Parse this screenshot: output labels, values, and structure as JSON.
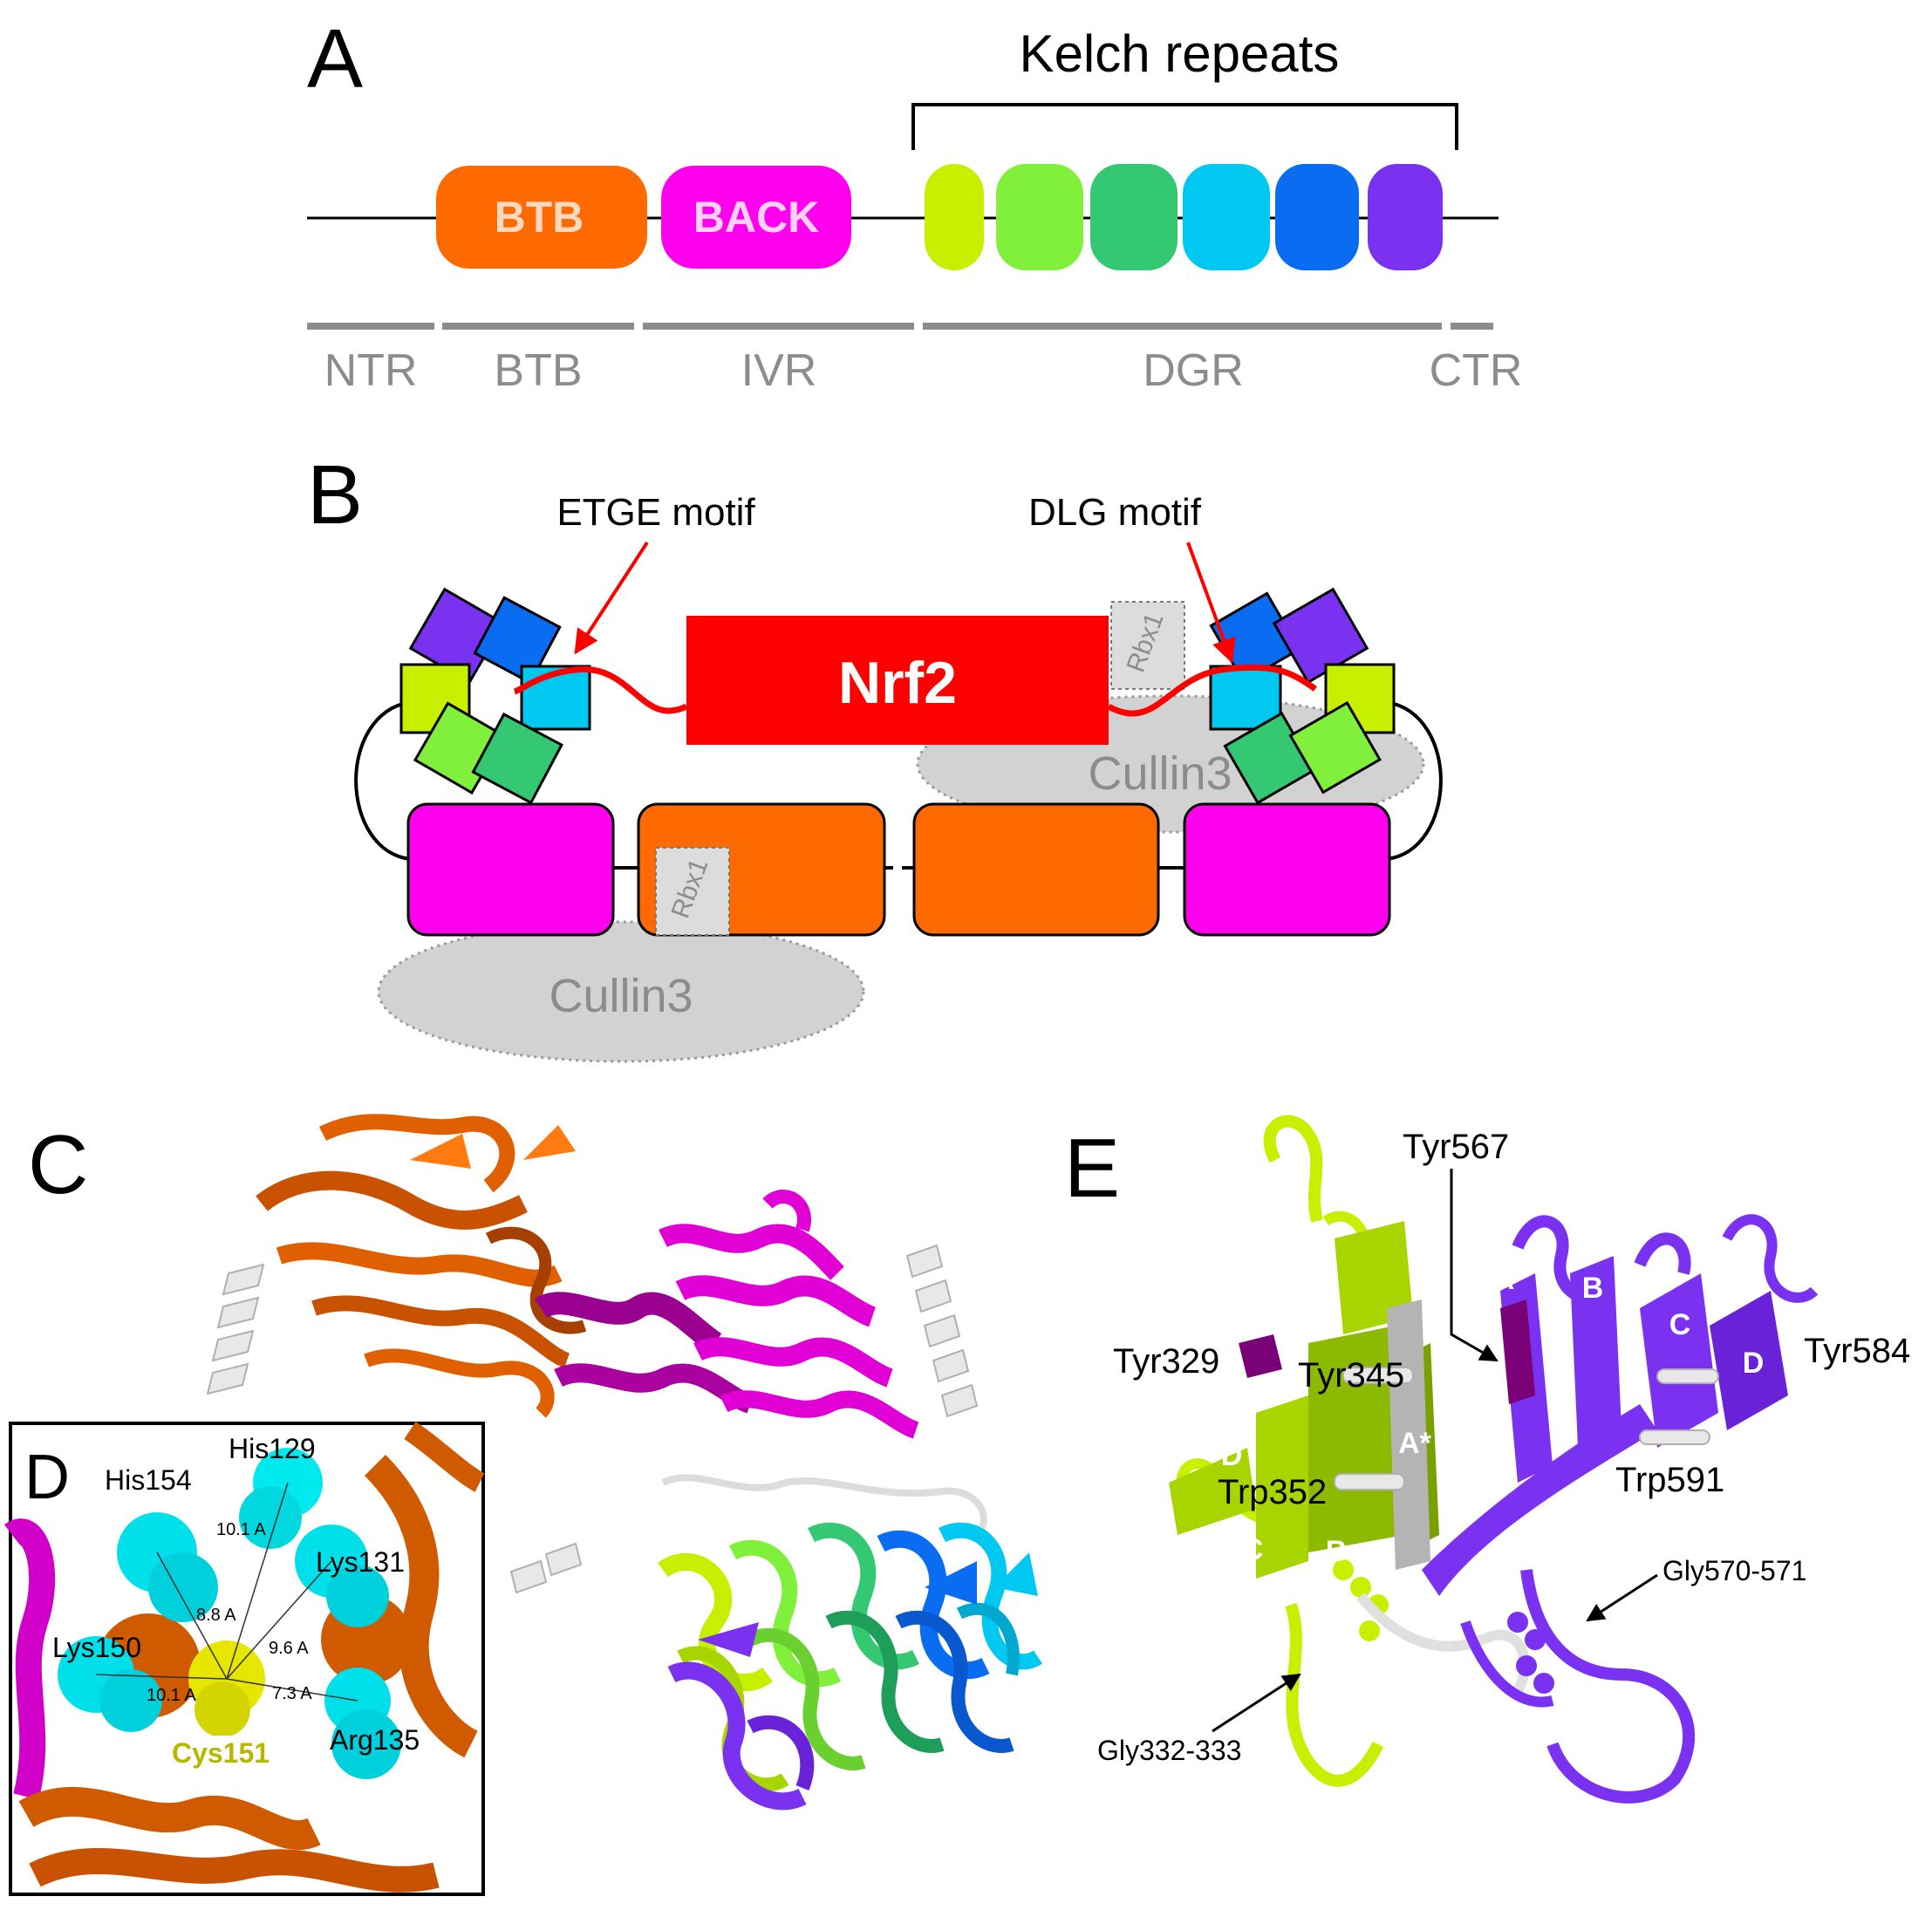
{
  "panel_letters": {
    "a": "A",
    "b": "B",
    "c": "C",
    "d": "D",
    "e": "E"
  },
  "panel_a": {
    "kelch_title": "Kelch repeats",
    "domains": {
      "btb": "BTB",
      "back": "BACK"
    },
    "kelch_colors": [
      "#c6f000",
      "#80f03c",
      "#34c872",
      "#00c8f0",
      "#0a6cf0",
      "#7a32f0"
    ],
    "regions": {
      "ntr": "NTR",
      "btb": "BTB",
      "ivr": "IVR",
      "dgr": "DGR",
      "ctr": "CTR"
    },
    "colors": {
      "btb": "#ff6a00",
      "back": "#ff00ee",
      "region_bar": "#8c8c8c"
    }
  },
  "panel_b": {
    "etge_label": "ETGE motif",
    "dlg_label": "DLG motif",
    "nrf2_label": "Nrf2",
    "rbx1_label": "Rbx1",
    "cullin3_label": "Cullin3",
    "colors": {
      "nrf2": "#ff0000",
      "cullin3": "#d2d2d2",
      "rbx1": "#dcdcdc"
    }
  },
  "panel_d": {
    "residues": {
      "his154": "His154",
      "his129": "His129",
      "lys131": "Lys131",
      "lys150": "Lys150",
      "arg135": "Arg135",
      "cys151": "Cys151"
    },
    "distances": {
      "d1": "10.1 A",
      "d2": "8.8 A",
      "d3": "9.6 A",
      "d4": "10.1 A",
      "d5": "7.3 A"
    }
  },
  "panel_e": {
    "residues": {
      "tyr567": "Tyr567",
      "tyr329": "Tyr329",
      "tyr345": "Tyr345",
      "trp352": "Trp352",
      "tyr584": "Tyr584",
      "trp591": "Trp591",
      "gly570": "Gly570-571",
      "gly332": "Gly332-333"
    },
    "strands": {
      "a": "A",
      "b": "B",
      "c": "C",
      "d": "D",
      "a_star": "A*"
    }
  }
}
